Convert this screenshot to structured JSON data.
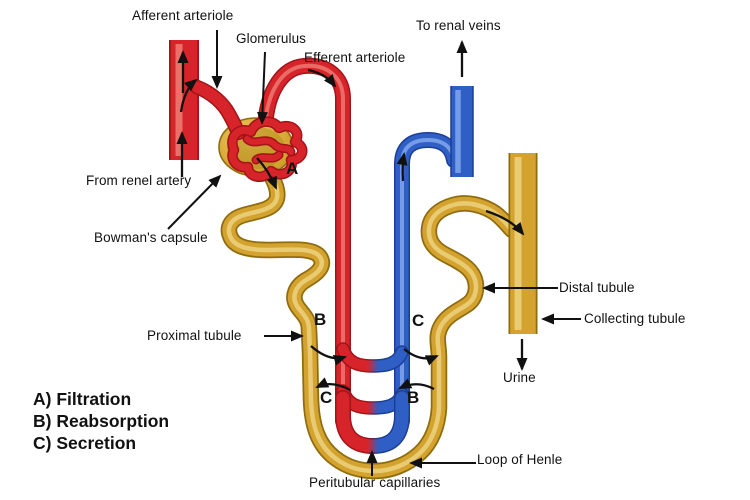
{
  "labels": {
    "afferent_arteriole": "Afferent arteriole",
    "glomerulus": "Glomerulus",
    "efferent_arteriole": "Efferent arteriole",
    "to_renal_veins": "To renal veins",
    "from_renal_artery": "From renel artery",
    "bowmans_capsule": "Bowman's capsule",
    "proximal_tubule": "Proximal tubule",
    "distal_tubule": "Distal tubule",
    "collecting_tubule": "Collecting tubule",
    "urine": "Urine",
    "loop_of_henle": "Loop of Henle",
    "peritubular_capillaries": "Peritubular capillaries"
  },
  "markers": {
    "a": "A",
    "b": "B",
    "c": "C"
  },
  "legend": {
    "filtration": "A) Filtration",
    "reabsorption": "B) Reabsorption",
    "secretion": "C) Secretion"
  },
  "colors": {
    "artery_red": "#d7242a",
    "artery_red_dark": "#a31318",
    "vein_blue": "#2f5fc4",
    "vein_blue_dark": "#1b3f96",
    "tubule_gold": "#d4a32f",
    "tubule_gold_dark": "#8f6c0e",
    "label_black": "#111111",
    "background": "#ffffff"
  }
}
